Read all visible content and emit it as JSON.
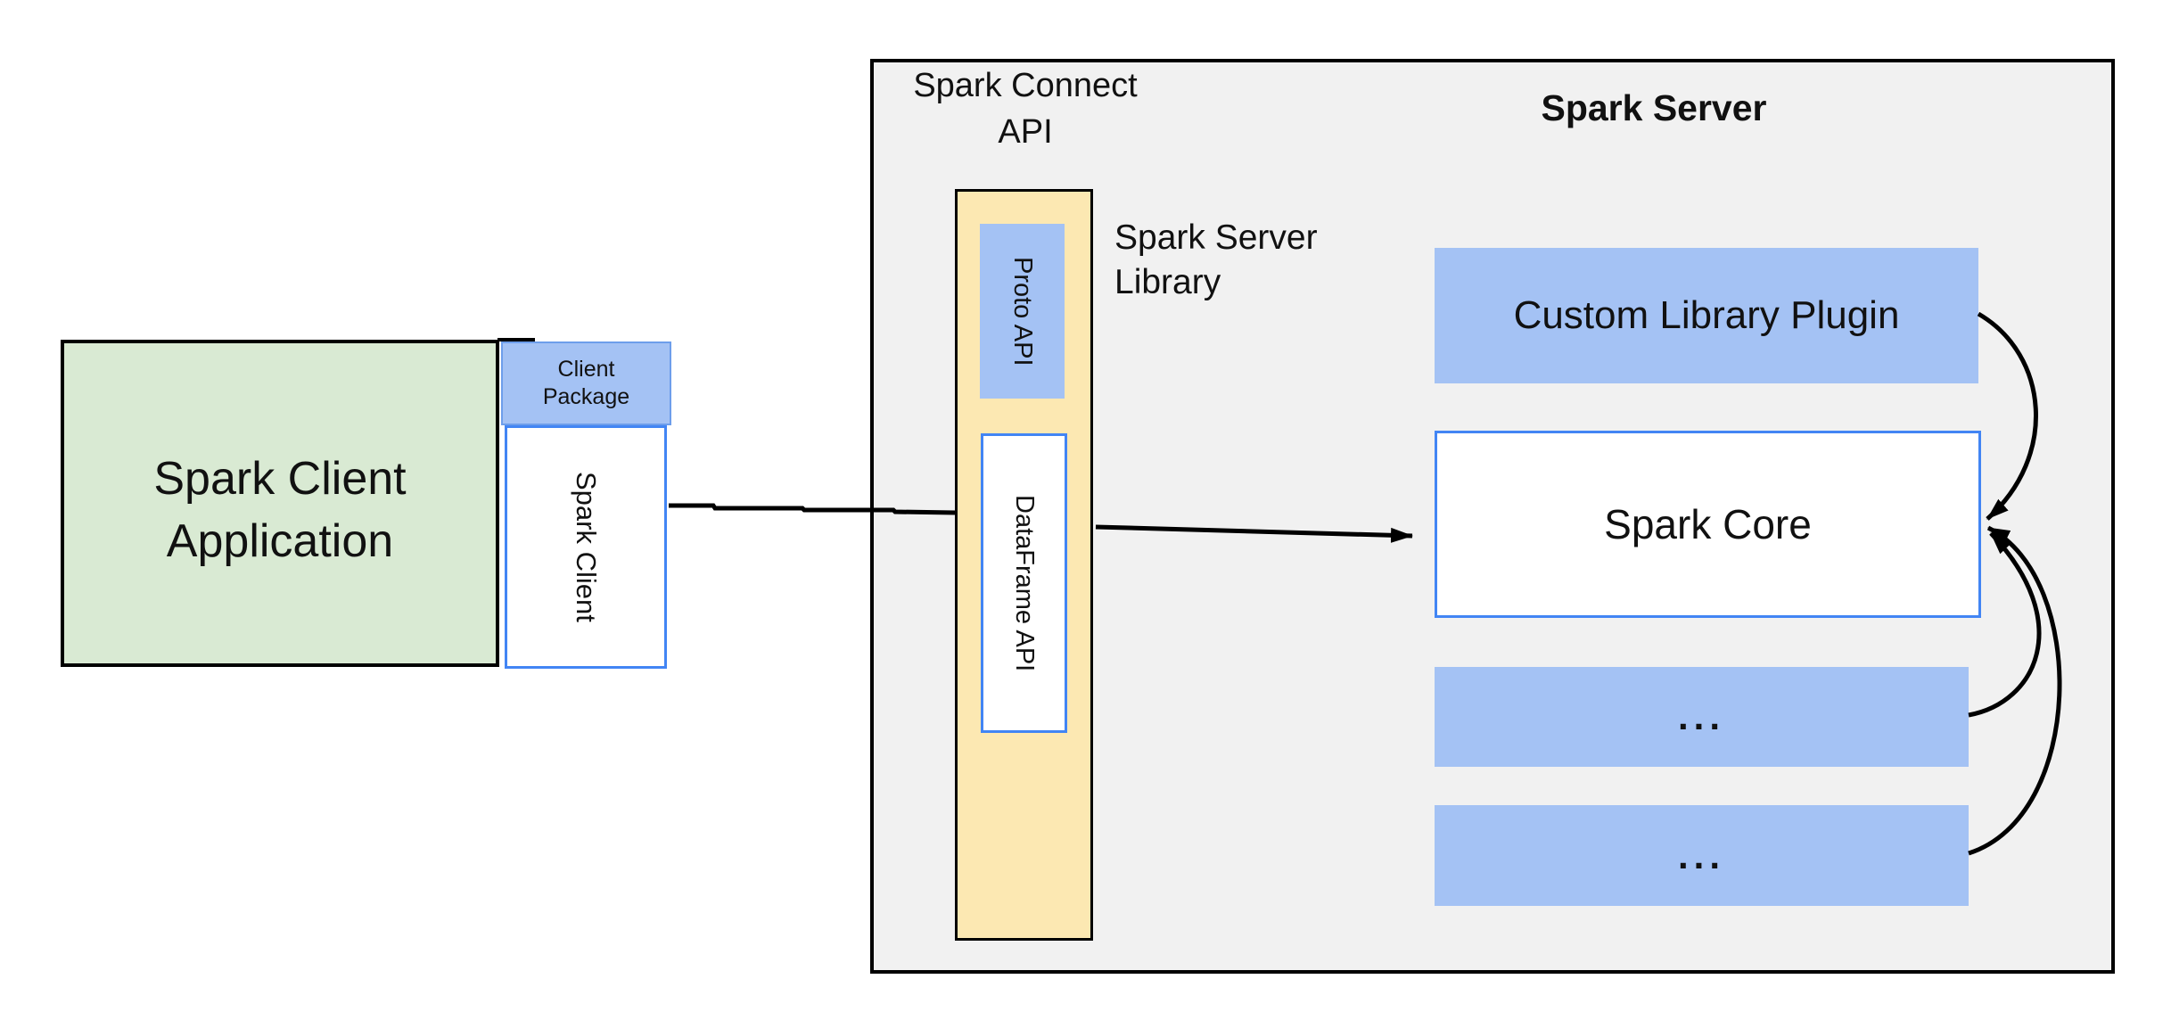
{
  "colors": {
    "green_fill": "#d9ead3",
    "blue_fill": "#a4c2f4",
    "cream_fill": "#fce8b2",
    "panel_fill": "#f1f1f1",
    "blue_border": "#4285f4",
    "blue_border_soft": "#6d9eeb",
    "line": "#000000"
  },
  "client": {
    "application": {
      "line1": "Spark Client",
      "line2": "Application"
    },
    "package": {
      "line1": "Client",
      "line2": "Package"
    },
    "spark_client_label": "Spark Client"
  },
  "connect_api": {
    "line1": "Spark Connect",
    "line2": "API"
  },
  "server_library": {
    "line1": "Spark Server",
    "line2": "Library"
  },
  "api_pillar": {
    "proto_label": "Proto API",
    "dataframe_label": "DataFrame API"
  },
  "server": {
    "title": "Spark Server",
    "custom_plugin_label": "Custom Library Plugin",
    "core_label": "Spark Core",
    "slot1_label": "...",
    "slot2_label": "..."
  }
}
